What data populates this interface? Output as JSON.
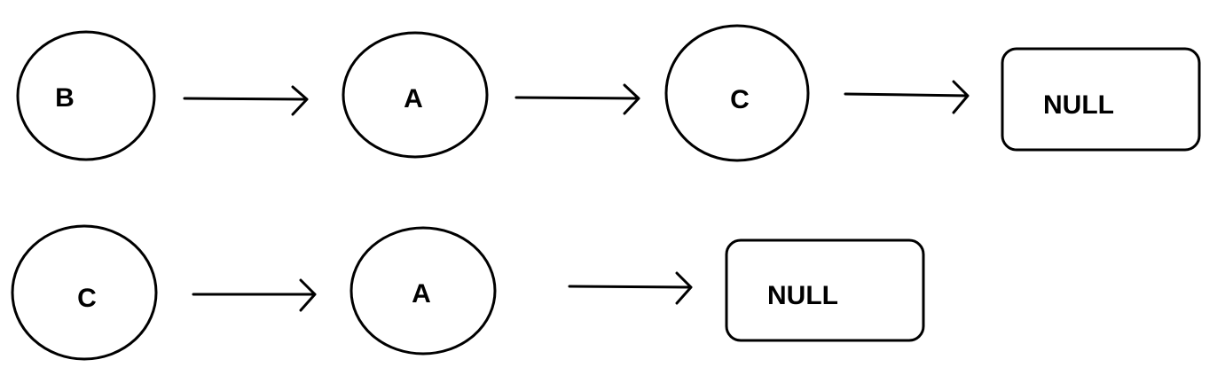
{
  "rows": [
    {
      "nodes": [
        {
          "kind": "circle",
          "label": "B"
        },
        {
          "kind": "circle",
          "label": "A"
        },
        {
          "kind": "circle",
          "label": "C"
        },
        {
          "kind": "box",
          "label": "NULL"
        }
      ]
    },
    {
      "nodes": [
        {
          "kind": "circle",
          "label": "C"
        },
        {
          "kind": "circle",
          "label": "A"
        },
        {
          "kind": "box",
          "label": "NULL"
        }
      ]
    }
  ],
  "colors": {
    "stroke": "#000000",
    "fill": "#ffffff",
    "text": "#000000"
  }
}
